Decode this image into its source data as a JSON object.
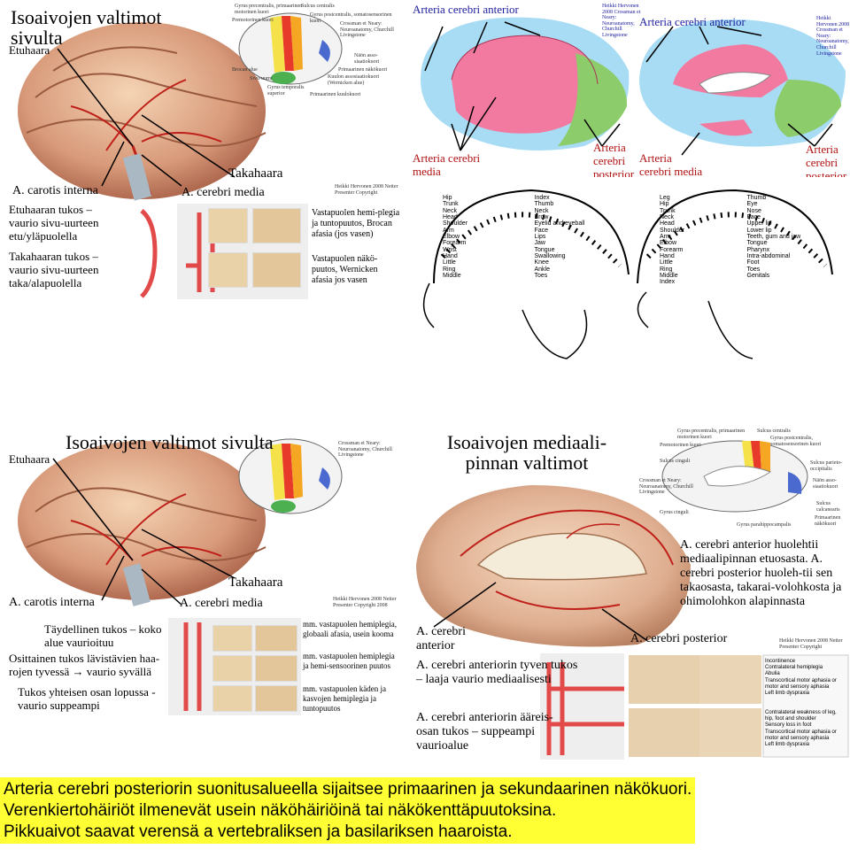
{
  "panel1": {
    "title": "Isoaivojen valtimot sivulta",
    "etuhaara": "Etuhaara",
    "takahaara": "Takahaara",
    "carotis": "A. carotis interna",
    "cerebri_media": "A. cerebri media",
    "etu_tukos": "Etuhaaran tukos – vaurio sivu-uurteen etu/yläpuolella",
    "taka_tukos": "Takahaaran tukos – vaurio sivu-uurteen taka/alapuolella",
    "copyright": "Heikki Hervonen 2008 Netter Presenter Copyright",
    "effect1": "Vastapuolen hemi-plegia ja tuntopuutos, Brocan afasia (jos vasen)",
    "effect2": "Vastapuolen näkö-puutos, Wernicken afasia jos vasen",
    "inset": {
      "gyrus_pre": "Gyrus precentralis, primaarinen motorinen kuori",
      "premotor": "Premotorinen kuori",
      "sulcus_c": "Sulcus centralis",
      "gyrus_post": "Gyrus postcentralis, somatosensorinen kuori",
      "crossman": "Crossman et Neary: Neuroanatomy, Churchill Livingstone",
      "broca": "Brocan alue",
      "sivu": "Sivu-uurre",
      "temporalis": "Gyrus temporalis superior",
      "nako_asso": "Näön asso-siaatiokuori",
      "prim_nako": "Primaarinen näkökuori",
      "kuulo_asso": "Kuulon assosiaatiokuori (Wernicken alue)",
      "prim_kuulo": "Primaarinen kuulokuori"
    }
  },
  "panel2": {
    "aca_top1": "Arteria cerebri anterior",
    "aca_top2": "Arteria cerebri anterior",
    "acm1": "Arteria cerebri media",
    "acp1": "Arteria cerebri posterior",
    "acm2": "Arteria cerebri media",
    "acp2": "Arteria cerebri posterior",
    "copy1": "Heikki Hervonen 2008 Crossman et Neary: Neuroanatomy, Churchill Livingstone",
    "copy2": "Heikki Hervonen 2008 Crossman et Neary: Neuroanatomy, Churchill Livingstone"
  },
  "homunculus": {
    "left_labels": [
      "Hip",
      "Trunk",
      "Neck",
      "Head",
      "Shoulder",
      "Arm",
      "Elbow",
      "Forearm",
      "Wrist",
      "Hand",
      "Little",
      "Ring",
      "Middle",
      "Index",
      "Thumb",
      "Neck",
      "Brow",
      "Eyelid and eyeball",
      "Face",
      "Lips",
      "Jaw",
      "Tongue",
      "Swallowing",
      "Knee",
      "Ankle",
      "Toes"
    ],
    "right_labels": [
      "Leg",
      "Hip",
      "Trunk",
      "Neck",
      "Head",
      "Shoulder",
      "Arm",
      "Elbow",
      "Forearm",
      "Hand",
      "Little",
      "Ring",
      "Middle",
      "Index",
      "Thumb",
      "Eye",
      "Nose",
      "Face",
      "Upper lip",
      "Lower lip",
      "Teeth, gum and jaw",
      "Tongue",
      "Pharynx",
      "Intra-abdominal",
      "Foot",
      "Toes",
      "Genitals"
    ]
  },
  "panel3": {
    "title": "Isoaivojen valtimot sivulta",
    "etuhaara": "Etuhaara",
    "takahaara": "Takahaara",
    "carotis": "A. carotis interna",
    "cerebri_media": "A. cerebri media",
    "taydellinen": "Täydellinen tukos – koko alue vaurioituu",
    "osittainen": "Osittainen tukos lävistävien haa-rojen tyvessä → vaurio syvällä",
    "yhteinen": "Tukos yhteisen osan lopussa - vaurio suppeampi",
    "copyright": "Heikki Hervonen 2008 Netter Presenter Copyright 2008",
    "effect1": "mm. vastapuolen hemiplegia, globaali afasia, usein kooma",
    "effect2": "mm. vastapuolen hemiplegia ja hemi-sensoorinen puutos",
    "effect3": "mm. vastapuolen käden ja kasvojen hemiplegia ja tuntopuutos",
    "crossman": "Crossman et Neary: Neuroanatomy, Churchill Livingstone"
  },
  "panel4": {
    "title": "Isoaivojen mediaali-pinnan valtimot",
    "aca": "A. cerebri anterior",
    "acp": "A. cerebri posterior",
    "desc": "A. cerebri anterior huolehtii mediaalipinnan etuosasta. A. cerebri posterior huoleh-tii sen takaosasta, takarai-volohkosta ja ohimolohkon alapinnasta",
    "tyvi": "A. cerebri anteriorin tyven tukos – laaja vaurio mediaalisesti",
    "aareis": "A. cerebri anteriorin ääreis-osan tukos – suppeampi vaurioalue",
    "copyright": "Heikki Hervonen 2008 Netter Presenter Copyright",
    "inset": {
      "gyrus_pre": "Gyrus precentralis, primaarinen motorinen kuori",
      "premotor": "Premotorinen kuori",
      "sulcus_c": "Sulcus centralis",
      "gyrus_post": "Gyrus postcentralis, somatosensorinen kuori",
      "sulcus_cinguli": "Sulcus cinguli",
      "parieto": "Sulcus parieto-occipitalis",
      "nako_asso": "Näön asso-siaatiokuori",
      "crossman": "Crossman et Neary: Neuroanatomy, Churchill Livingstone",
      "gyrus_cinguli": "Gyrus cinguli",
      "calcarinus": "Sulcus calcanearis",
      "prim_nako": "Primaarinen näkökuori",
      "parahippo": "Gyrus parahippocampalis"
    },
    "netter1": [
      "Incontinence",
      "Contralateral hemiplegia",
      "Abulia",
      "Transcortical motor aphasia or motor and sensory aphasia",
      "Left limb dyspraxia"
    ],
    "netter2": [
      "Contralateral weakness of leg, hip, foot and shoulder",
      "Sensory loss in foot",
      "Transcortical motor aphasia or motor and sensory aphasia",
      "Left limb dyspraxia"
    ]
  },
  "bottom": {
    "line1": "Arteria cerebri posteriorin suonitusalueella sijaitsee primaarinen ja sekundaarinen näkökuori.",
    "line2": "Verenkiertohäiriöt ilmenevät usein näköhäiriöinä tai näkökenttäpuutoksina.",
    "line3": "Pikkuaivot saavat verensä a vertebraliksen ja basilariksen haaroista."
  }
}
